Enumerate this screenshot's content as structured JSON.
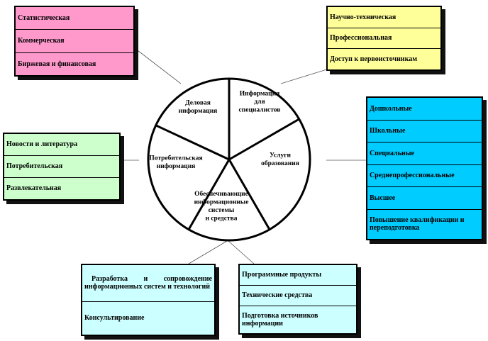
{
  "colors": {
    "pink": "#ff99cc",
    "yellow": "#ffff99",
    "cyan": "#00ccff",
    "green": "#ccffcc",
    "lightcyan": "#ccffff"
  },
  "pie": {
    "segments": [
      {
        "id": "business",
        "lines": [
          "Деловая",
          "информация"
        ]
      },
      {
        "id": "specialists",
        "lines": [
          "Информация",
          "для",
          "специалистов"
        ]
      },
      {
        "id": "education",
        "lines": [
          "Услуги",
          "образования"
        ]
      },
      {
        "id": "support",
        "lines": [
          "Обеспечивающие",
          "информационные",
          "системы",
          "и средства"
        ]
      },
      {
        "id": "consumer",
        "lines": [
          "Потребительская",
          "информация"
        ]
      }
    ]
  },
  "boxes": {
    "business": [
      "Статистическая",
      "Коммерческая",
      "Биржевая и финансовая"
    ],
    "specialists": [
      "Научно-техническая",
      "Профессиональная",
      "Доступ к первоисточникам"
    ],
    "education": [
      "Дошкольные",
      "Школьные",
      "Специальные",
      "Среднепрофессиональные",
      "Высшее",
      "Повышение квалификации и переподготовка"
    ],
    "consumer": [
      "Новости и литература",
      "Потребительская",
      "Развлекательная"
    ],
    "support_dev": [
      "Разработка и сопровождение информационных систем и технологий",
      "Консультирование"
    ],
    "support_tools": [
      "Программные продукты",
      "Технические средства",
      "Подготовка источников информации"
    ]
  }
}
